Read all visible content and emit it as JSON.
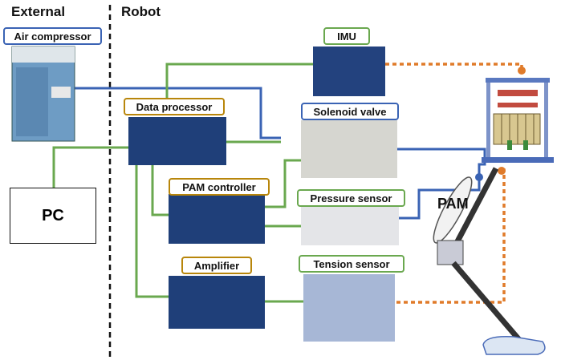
{
  "headers": {
    "external": "External",
    "robot": "Robot"
  },
  "components": {
    "air_compressor": "Air compressor",
    "imu": "IMU",
    "data_processor": "Data processor",
    "solenoid_valve": "Solenoid valve",
    "pam_controller": "PAM controller",
    "pressure_sensor": "Pressure sensor",
    "amplifier": "Amplifier",
    "tension_sensor": "Tension sensor",
    "pc": "PC",
    "pam": "PAM"
  },
  "colors": {
    "air_line": "#3a63b4",
    "signal_line": "#6aa84f",
    "mechanical_link": "#e07b2a",
    "board": "#1e3f7a",
    "label_blue": "#3a63b4",
    "label_green": "#6aa84f",
    "label_gold": "#b8860b"
  }
}
